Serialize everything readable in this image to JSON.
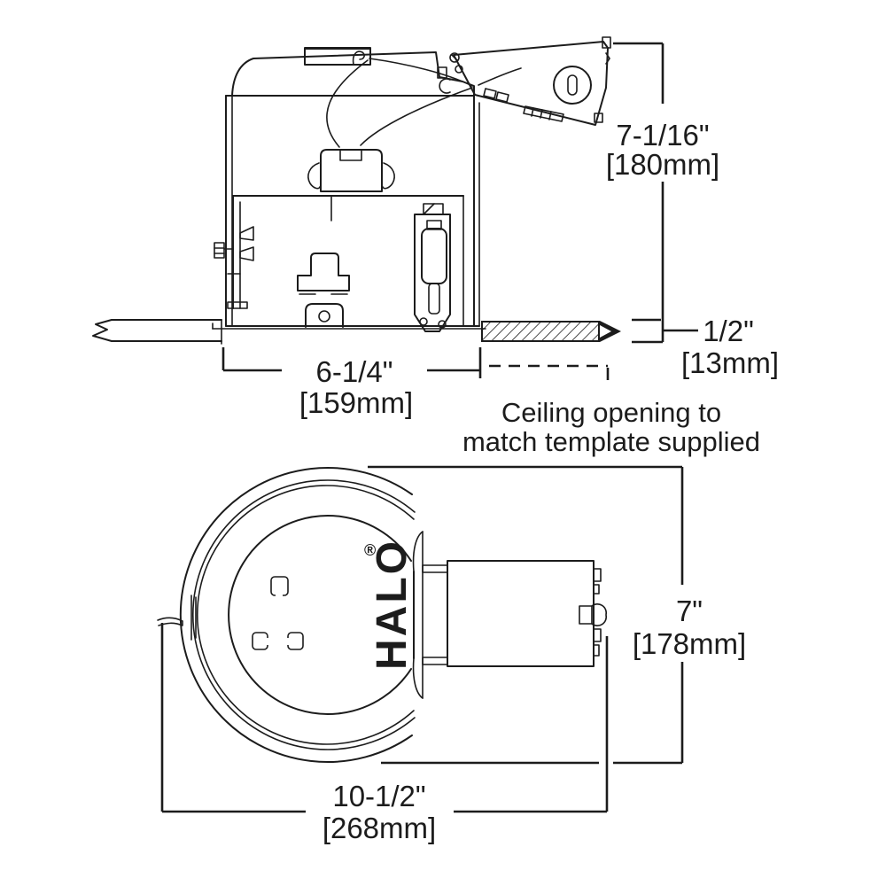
{
  "diagram": {
    "brand": {
      "name": "HALO",
      "registered": "®"
    },
    "note": {
      "line1": "Ceiling opening to",
      "line2": "match template supplied"
    },
    "dimensions": {
      "housing_height": {
        "imperial": "7-1/16\"",
        "metric": "[180mm]"
      },
      "ceiling_thickness": {
        "imperial": "1/2\"",
        "metric": "[13mm]"
      },
      "housing_width": {
        "imperial": "6-1/4\"",
        "metric": "[159mm]"
      },
      "can_diameter": {
        "imperial": "7\"",
        "metric": "[178mm]"
      },
      "overall_length": {
        "imperial": "10-1/2\"",
        "metric": "[268mm]"
      }
    }
  }
}
